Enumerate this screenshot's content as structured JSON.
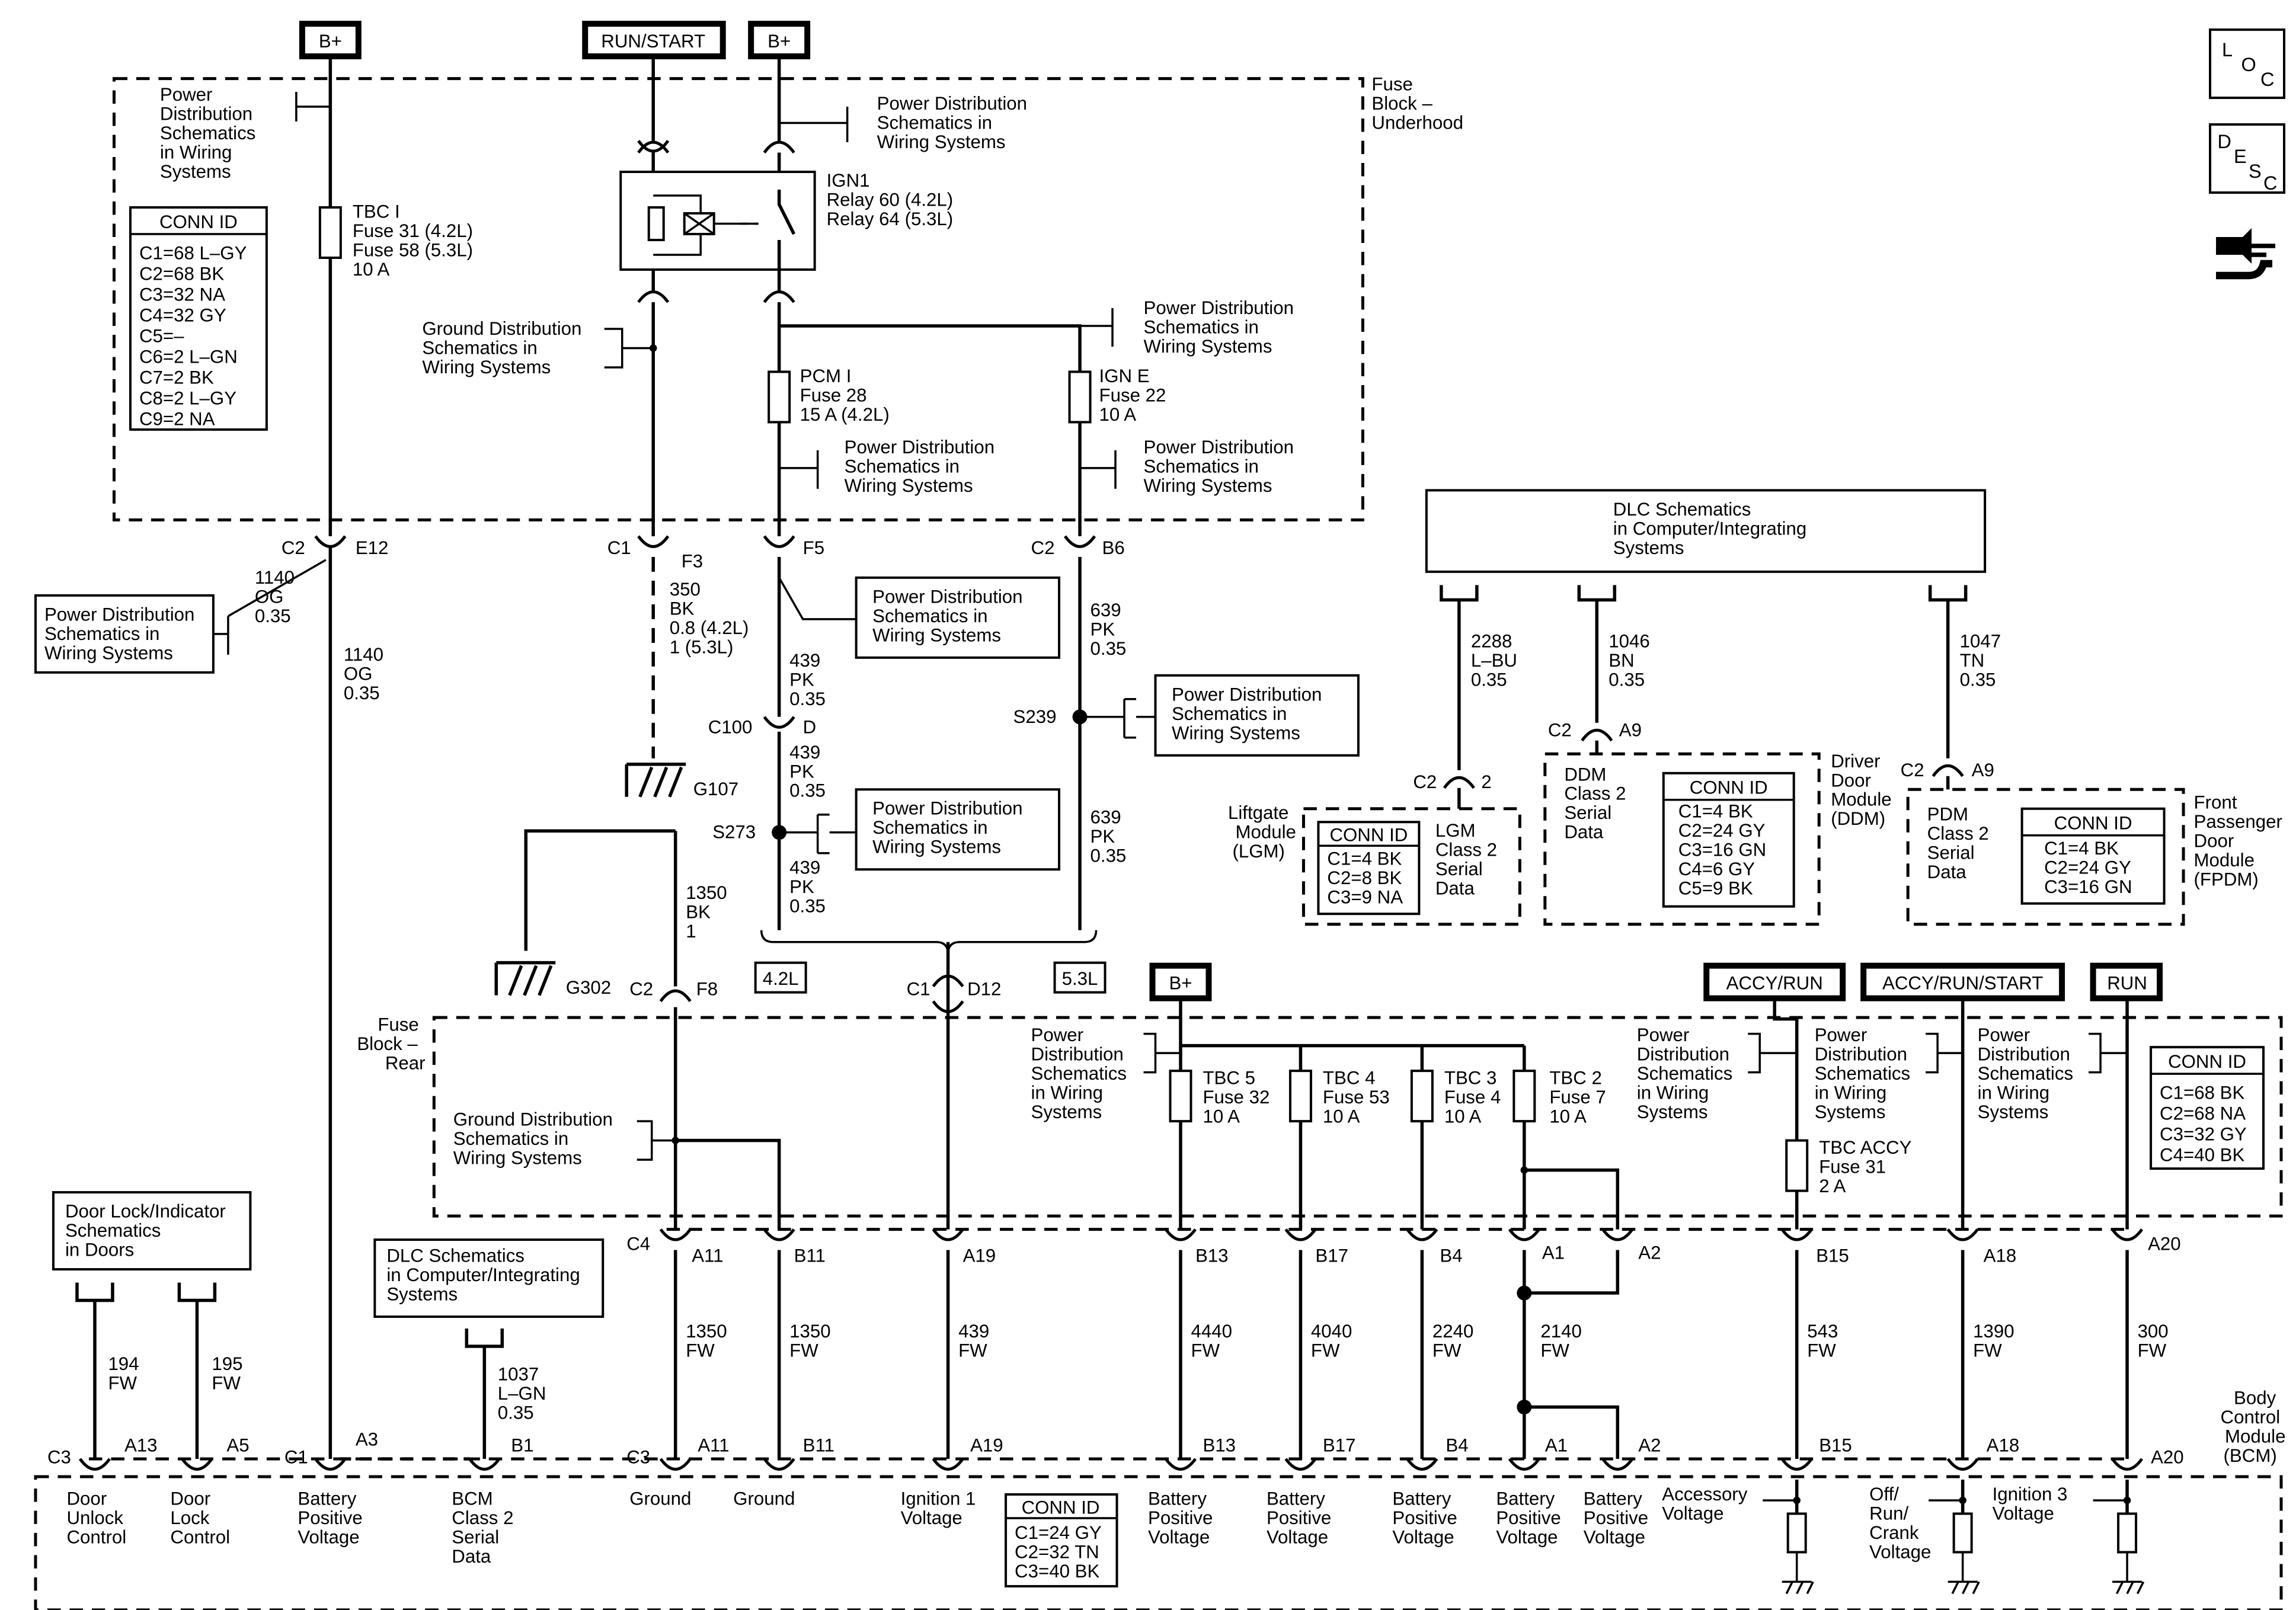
{
  "sources": [
    "B+",
    "RUN/START",
    "B+",
    "B+",
    "ACCY/RUN",
    "ACCY/RUN/START",
    "RUN"
  ],
  "loc_icon": [
    "L",
    "O",
    "C"
  ],
  "desc_icon": [
    "D",
    "E",
    "S",
    "C"
  ],
  "fuse_block_underhood": [
    "Fuse",
    "Block –",
    "Underhood"
  ],
  "fuse_block_rear": [
    "Fuse",
    "Block –",
    "Rear"
  ],
  "power_distribution": [
    "Power",
    "Distribution",
    "Schematics",
    "in Wiring",
    "Systems"
  ],
  "pd_ref": [
    "Power Distribution",
    "Schematics in",
    "Wiring Systems"
  ],
  "gd_ref": [
    "Ground Distribution",
    "Schematics in",
    "Wiring Systems"
  ],
  "conn_id_underhood": {
    "title": "CONN ID",
    "rows": [
      "C1=68 L–GY",
      "C2=68 BK",
      "C3=32 NA",
      "C4=32 GY",
      "C5=–",
      "C6=2 L–GN",
      "C7=2 BK",
      "C8=2 L–GY",
      "C9=2 NA"
    ]
  },
  "tbc_i": [
    "TBC I",
    "Fuse 31 (4.2L)",
    "Fuse 58 (5.3L)",
    "10 A"
  ],
  "ign1": [
    "IGN1",
    "Relay 60 (4.2L)",
    "Relay 64 (5.3L)"
  ],
  "pcm_i": [
    "PCM I",
    "Fuse 28",
    "15 A (4.2L)"
  ],
  "ign_e": [
    "IGN E",
    "Fuse 22",
    "10 A"
  ],
  "connectors": {
    "c2": "C2",
    "e12": "E12",
    "c1": "C1",
    "f3": "F3",
    "f5": "F5",
    "b6": "B6",
    "c100": "C100",
    "d": "D",
    "s239": "S239",
    "s273": "S273",
    "g107": "G107",
    "g302": "G302",
    "f8": "F8",
    "d12": "D12",
    "engine42": "4.2L",
    "engine53": "5.3L"
  },
  "wires": {
    "w1140a": [
      "1140",
      "OG",
      "0.35"
    ],
    "w1140b": [
      "1140",
      "OG",
      "0.35"
    ],
    "w350": [
      "350",
      "BK",
      "0.8 (4.2L)",
      "1 (5.3L)"
    ],
    "w439a": [
      "439",
      "PK",
      "0.35"
    ],
    "w439b": [
      "439",
      "PK",
      "0.35"
    ],
    "w439c": [
      "439",
      "PK",
      "0.35"
    ],
    "w639a": [
      "639",
      "PK",
      "0.35"
    ],
    "w639b": [
      "639",
      "PK",
      "0.35"
    ],
    "w1350": [
      "1350",
      "BK",
      "1"
    ],
    "w2288": [
      "2288",
      "L–BU",
      "0.35"
    ],
    "w1046": [
      "1046",
      "BN",
      "0.35"
    ],
    "w1047": [
      "1047",
      "TN",
      "0.35"
    ],
    "w194": [
      "194",
      "FW"
    ],
    "w195": [
      "195",
      "FW"
    ],
    "w1037": [
      "1037",
      "L–GN",
      "0.35"
    ]
  },
  "dlc_top": [
    "DLC Schematics",
    "in Computer/Integrating",
    "Systems"
  ],
  "dlc_left": [
    "DLC Schematics",
    "in Computer/Integrating",
    "Systems"
  ],
  "door_lock": [
    "Door Lock/Indicator",
    "Schematics",
    "in Doors"
  ],
  "lgm": {
    "module": [
      "Liftgate",
      "Module",
      "(LGM)"
    ],
    "desc": [
      "LGM",
      "Class 2",
      "Serial",
      "Data"
    ],
    "conn": "C2",
    "pin": "2",
    "conn_title": "CONN ID",
    "conn_rows": [
      "C1=4 BK",
      "C2=8 BK",
      "C3=9 NA"
    ]
  },
  "ddm": {
    "module": [
      "Driver",
      "Door",
      "Module",
      "(DDM)"
    ],
    "desc": [
      "DDM",
      "Class 2",
      "Serial",
      "Data"
    ],
    "conn": "C2",
    "pin": "A9",
    "conn_title": "CONN ID",
    "conn_rows": [
      "C1=4 BK",
      "C2=24 GY",
      "C3=16 GN",
      "C4=6 GY",
      "C5=9 BK"
    ]
  },
  "fpdm": {
    "module": [
      "Front",
      "Passenger",
      "Door",
      "Module",
      "(FPDM)"
    ],
    "desc": [
      "PDM",
      "Class 2",
      "Serial",
      "Data"
    ],
    "conn": "C2",
    "pin": "A9",
    "conn_title": "CONN ID",
    "conn_rows": [
      "C1=4 BK",
      "C2=24 GY",
      "C3=16 GN"
    ]
  },
  "rear_fuses": {
    "tbc5": [
      "TBC 5",
      "Fuse 32",
      "10 A"
    ],
    "tbc4": [
      "TBC 4",
      "Fuse 53",
      "10 A"
    ],
    "tbc3": [
      "TBC 3",
      "Fuse 4",
      "10 A"
    ],
    "tbc2": [
      "TBC 2",
      "Fuse 7",
      "10 A"
    ],
    "tbc_accy": [
      "TBC ACCY",
      "Fuse 31",
      "2 A"
    ]
  },
  "conn_id_rear": {
    "title": "CONN ID",
    "rows": [
      "C1=68 BK",
      "C2=68 NA",
      "C3=32 GY",
      "C4=40 BK"
    ]
  },
  "fb_pins": {
    "c4": "C4",
    "a11": "A11",
    "b11": "B11",
    "a19": "A19",
    "b13": "B13",
    "b17": "B17",
    "b4": "B4",
    "a1": "A1",
    "a2": "A2",
    "b15": "B15",
    "a18": "A18",
    "a20": "A20"
  },
  "fw_wires": [
    [
      "1350",
      "FW"
    ],
    [
      "1350",
      "FW"
    ],
    [
      "439",
      "FW"
    ],
    [
      "4440",
      "FW"
    ],
    [
      "4040",
      "FW"
    ],
    [
      "2240",
      "FW"
    ],
    [
      "2140",
      "FW"
    ],
    [
      "543",
      "FW"
    ],
    [
      "1390",
      "FW"
    ],
    [
      "300",
      "FW"
    ]
  ],
  "bcm": [
    "Body",
    "Control",
    "Module",
    "(BCM)"
  ],
  "bcm_pins": {
    "c3a": "C3",
    "a13": "A13",
    "a5": "A5",
    "c1": "C1",
    "a3": "A3",
    "b1": "B1",
    "c3b": "C3",
    "a11": "A11",
    "b11": "B11",
    "a19": "A19",
    "b13": "B13",
    "b17": "B17",
    "b4": "B4",
    "a1": "A1",
    "a2": "A2",
    "b15": "B15",
    "a18": "A18",
    "a20": "A20"
  },
  "bcm_funcs": [
    [
      "Door",
      "Unlock",
      "Control"
    ],
    [
      "Door",
      "Lock",
      "Control"
    ],
    [
      "Battery",
      "Positive",
      "Voltage"
    ],
    [
      "BCM",
      "Class 2",
      "Serial",
      "Data"
    ],
    [
      "Ground"
    ],
    [
      "Ground"
    ],
    [
      "Ignition 1",
      "Voltage"
    ],
    [
      "Battery",
      "Positive",
      "Voltage"
    ],
    [
      "Battery",
      "Positive",
      "Voltage"
    ],
    [
      "Battery",
      "Positive",
      "Voltage"
    ],
    [
      "Battery",
      "Positive",
      "Voltage"
    ],
    [
      "Battery",
      "Positive",
      "Voltage"
    ],
    [
      "Accessory",
      "Voltage"
    ],
    [
      "Off/",
      "Run/",
      "Crank",
      "Voltage"
    ],
    [
      "Ignition 3",
      "Voltage"
    ]
  ],
  "conn_id_bcm": {
    "title": "CONN ID",
    "rows": [
      "C1=24 GY",
      "C2=32 TN",
      "C3=40 BK"
    ]
  }
}
